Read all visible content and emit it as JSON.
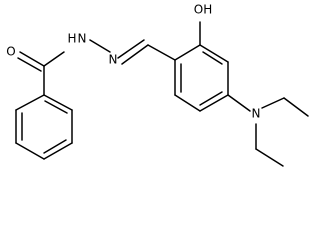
{
  "diagram": {
    "type": "chemical-structure",
    "atoms": {
      "o1": "O",
      "nh": "H",
      "nh_n": "N",
      "n2": "N",
      "oh": "OH",
      "n3": "N"
    },
    "colors": {
      "bond": "#000000",
      "label": "#000000",
      "background": "#ffffff"
    }
  }
}
